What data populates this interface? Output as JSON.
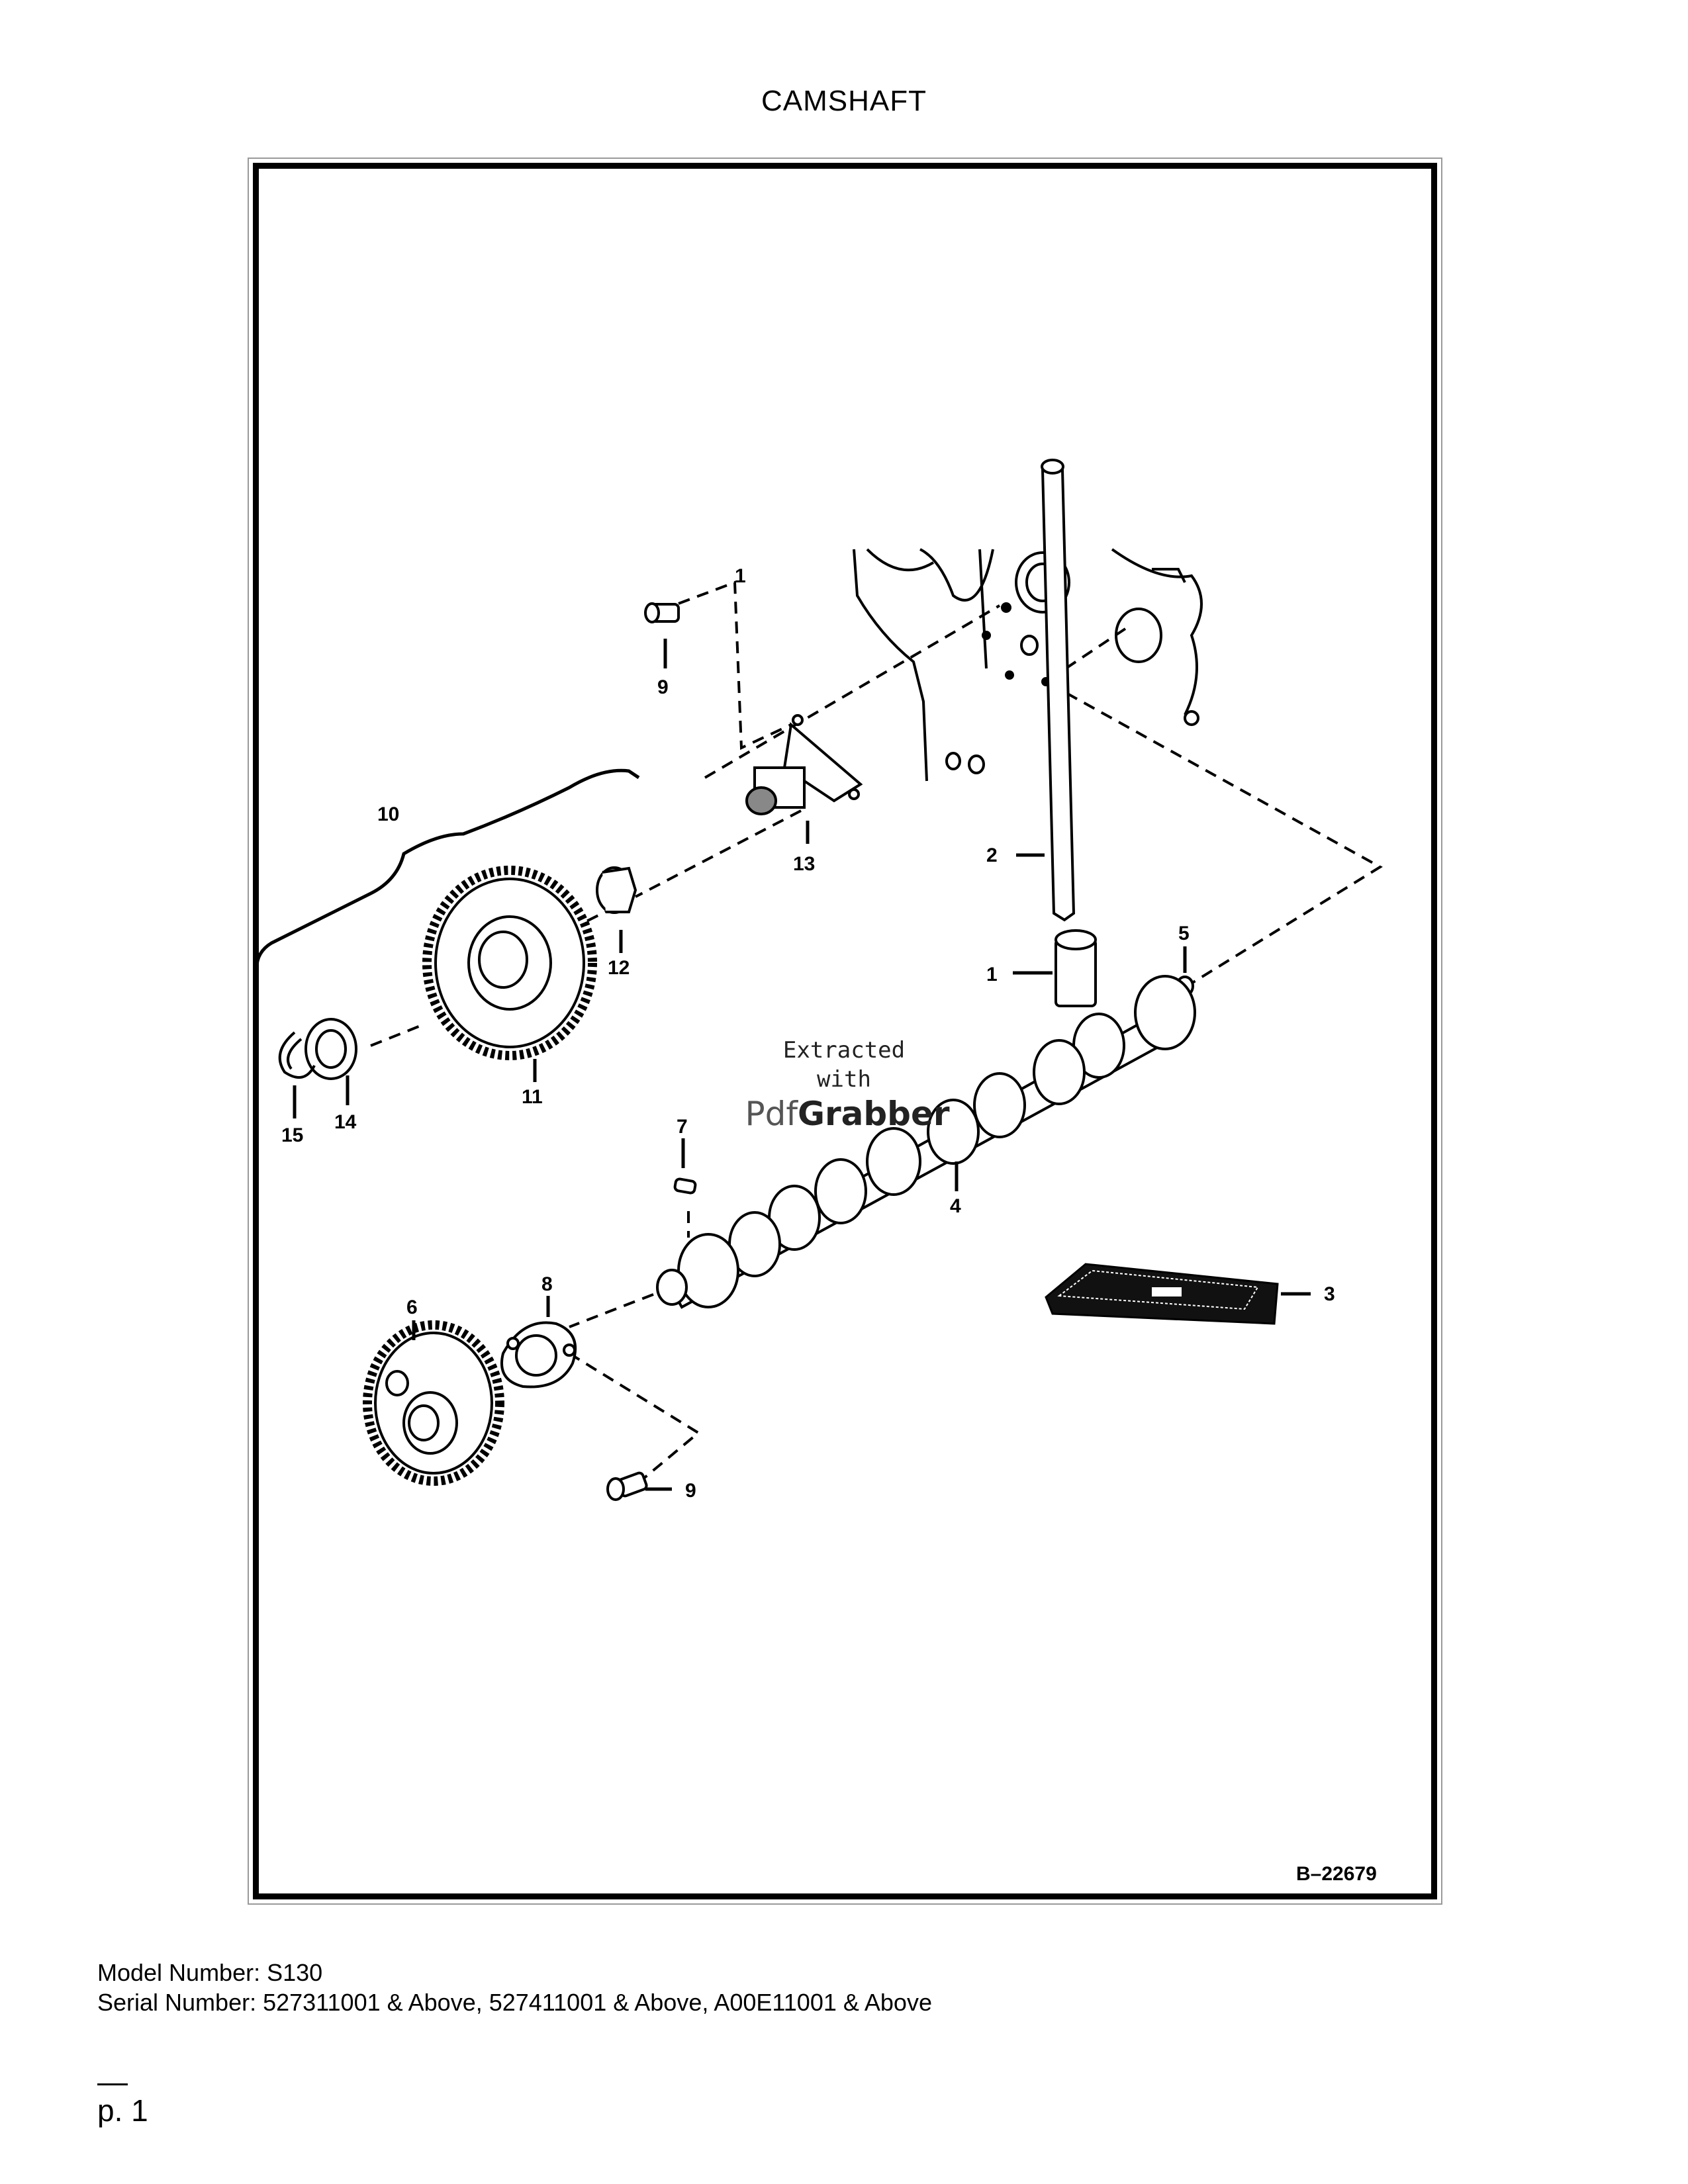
{
  "page": {
    "title": "CAMSHAFT"
  },
  "figure": {
    "id": "B–22679",
    "callouts": {
      "c1a": "1",
      "c9a": "9",
      "c10": "10",
      "c13": "13",
      "c2": "2",
      "c12": "12",
      "c1b": "1",
      "c5": "5",
      "c11": "11",
      "c14": "14",
      "c15": "15",
      "c7": "7",
      "c4": "4",
      "c3": "3",
      "c6": "6",
      "c8": "8",
      "c9b": "9"
    }
  },
  "watermark": {
    "line1": "Extracted",
    "line2": "with",
    "brand_a": "Pdf",
    "brand_b": "Grabber"
  },
  "footer": {
    "model": "Model Number: S130",
    "serial": "Serial Number: 527311001 & Above, 527411001 & Above, A00E11001 & Above",
    "page": "p. 1"
  }
}
